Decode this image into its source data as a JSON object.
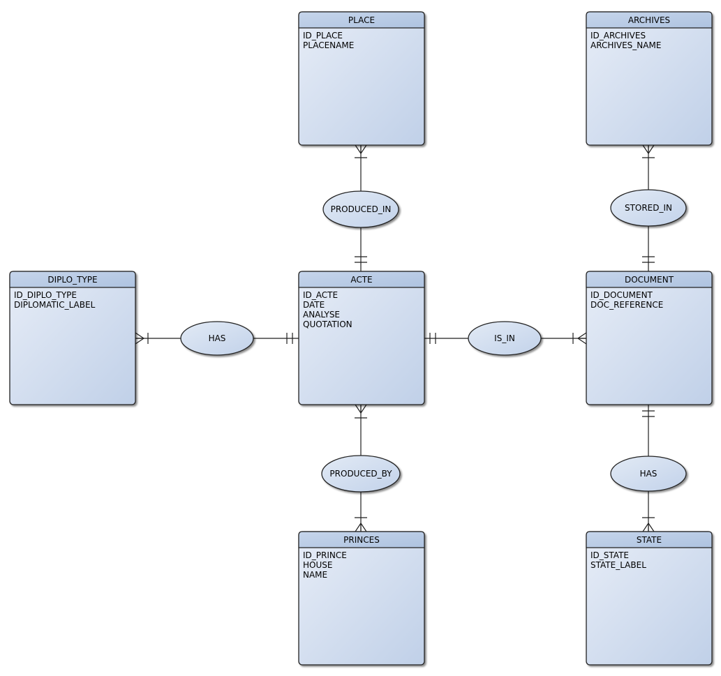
{
  "entities": [
    {
      "id": "place",
      "name": "PLACE",
      "attributes": [
        "ID_PLACE",
        "PLACENAME"
      ]
    },
    {
      "id": "archives",
      "name": "ARCHIVES",
      "attributes": [
        "ID_ARCHIVES",
        "ARCHIVES_NAME"
      ]
    },
    {
      "id": "diplo_type",
      "name": "DIPLO_TYPE",
      "attributes": [
        "ID_DIPLO_TYPE",
        "DIPLOMATIC_LABEL"
      ]
    },
    {
      "id": "acte",
      "name": "ACTE",
      "attributes": [
        "ID_ACTE",
        "DATE",
        "ANALYSE",
        "QUOTATION"
      ]
    },
    {
      "id": "document",
      "name": "DOCUMENT",
      "attributes": [
        "ID_DOCUMENT",
        "DOC_REFERENCE"
      ]
    },
    {
      "id": "princes",
      "name": "PRINCES",
      "attributes": [
        "ID_PRINCE",
        "HOUSE",
        "NAME"
      ]
    },
    {
      "id": "state",
      "name": "STATE",
      "attributes": [
        "ID_STATE",
        "STATE_LABEL"
      ]
    }
  ],
  "relationships": [
    {
      "id": "produced_in",
      "name": "PRODUCED_IN",
      "between": [
        "PLACE",
        "ACTE"
      ]
    },
    {
      "id": "stored_in",
      "name": "STORED_IN",
      "between": [
        "ARCHIVES",
        "DOCUMENT"
      ]
    },
    {
      "id": "has_diplo",
      "name": "HAS",
      "between": [
        "DIPLO_TYPE",
        "ACTE"
      ]
    },
    {
      "id": "is_in",
      "name": "IS_IN",
      "between": [
        "ACTE",
        "DOCUMENT"
      ]
    },
    {
      "id": "produced_by",
      "name": "PRODUCED_BY",
      "between": [
        "ACTE",
        "PRINCES"
      ]
    },
    {
      "id": "has_state",
      "name": "HAS",
      "between": [
        "DOCUMENT",
        "STATE"
      ]
    }
  ],
  "colors": {
    "background": "#ffffff",
    "stroke": "#222222",
    "header_light": "#c6d5eb",
    "header_dark": "#aec3e0",
    "body_light": "#e7edf7",
    "body_dark": "#c0d0e8",
    "ellipse_light": "#e2eaf5",
    "ellipse_dark": "#c2d2ea",
    "text": "#000000"
  }
}
